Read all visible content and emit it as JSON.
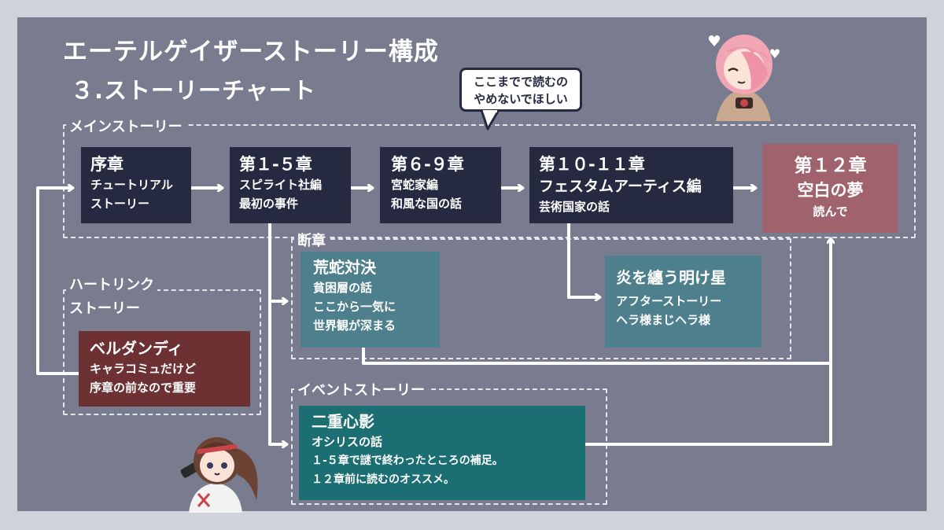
{
  "header": {
    "title": "エーテルゲイザーストーリー構成",
    "subtitle": "３.ストーリーチャート"
  },
  "speech_bubble": {
    "line1": "ここまでで読むの",
    "line2": "やめないでほしい"
  },
  "sections": {
    "main": "メインストーリー",
    "fragment": "断章",
    "heartlink_line1": "ハートリンク",
    "heartlink_line2": "ストーリー",
    "event": "イベントストーリー"
  },
  "nodes": {
    "prologue": {
      "title": "序章",
      "line1": "チュートリアル",
      "line2": "ストーリー"
    },
    "ch1_5": {
      "title": "第１-５章",
      "line1": "スピライト社編",
      "line2": "最初の事件"
    },
    "ch6_9": {
      "title": "第６-９章",
      "line1": "宮蛇家編",
      "line2": "和風な国の話"
    },
    "ch10_11": {
      "title": "第１０-１１章",
      "line1": "フェスタムアーティス編",
      "line2": "芸術国家の話"
    },
    "ch12": {
      "title": "第１２章",
      "line1": "空白の夢",
      "line2": "読んで"
    },
    "fragment": {
      "title": "荒蛇対決",
      "line1": "貧困層の話",
      "line2": "ここから一気に",
      "line3": "世界観が深まる"
    },
    "after": {
      "title": "炎を纏う明け星",
      "line1": "アフターストーリー",
      "line2": "ヘラ様まじヘラ様"
    },
    "heartlink": {
      "title": "ベルダンディ",
      "line1": "キャラコミュだけど",
      "line2": "序章の前なので重要"
    },
    "event": {
      "title": "二重心影",
      "line1": "オシリスの話",
      "line2": "１-５章で謎で終わったところの補足。",
      "line3": "１２章前に読むのオススメ。"
    }
  },
  "colors": {
    "background": "#797c8f",
    "frame": "#cfd1db",
    "main_box": "#262a40",
    "final_box": "#a0636d",
    "fragment_box": "#4e7f8c",
    "heartlink_box": "#6d3134",
    "event_box": "#1b6e72"
  }
}
